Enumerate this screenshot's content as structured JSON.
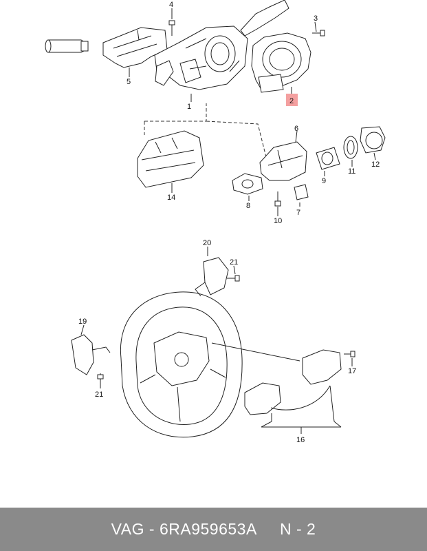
{
  "diagram": {
    "callouts": [
      "1",
      "2",
      "3",
      "4",
      "5",
      "6",
      "7",
      "8",
      "9",
      "10",
      "11",
      "12",
      "14",
      "16",
      "17",
      "19",
      "20",
      "21",
      "21"
    ],
    "highlight": {
      "label": "2",
      "color": "#f4a0a0"
    }
  },
  "footer": {
    "brand": "VAG",
    "separator": " - ",
    "part_number": "6RA959653A",
    "gap": "     ",
    "position": "N - 2",
    "background": "#8a8a8a",
    "text_color": "#ffffff"
  }
}
